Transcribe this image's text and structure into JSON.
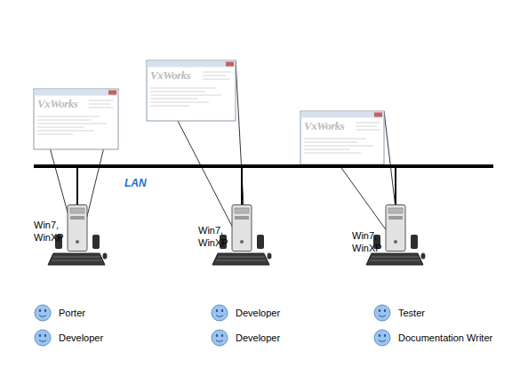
{
  "diagram": {
    "nodes": [
      {
        "text": [
          "LAN"
        ]
      },
      {
        "text": [
          "Win7, WinXP"
        ]
      },
      {
        "text": [
          "Win7, WinXP"
        ]
      },
      {
        "text": [
          "Win7, WinXP"
        ]
      }
    ],
    "edges": [
      {
        "from": 0,
        "to": 1,
        "arrow": "none"
      },
      {
        "from": 0,
        "to": 2,
        "arrow": "none"
      },
      {
        "from": 0,
        "to": 3,
        "arrow": "none"
      }
    ],
    "labels": [
      "VxWorks",
      "VxWorks",
      "VxWorks",
      "Porter",
      "Developer",
      "Developer",
      "Developer",
      "Tester",
      "Documentation Writer"
    ]
  }
}
